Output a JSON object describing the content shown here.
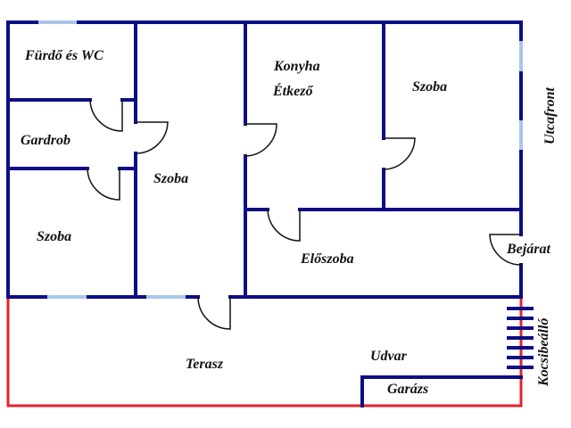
{
  "title": "Floor plan",
  "colors": {
    "wall": "#0d0d85",
    "window": "#a9c6ea",
    "plot_border": "#e8202a"
  },
  "rooms": {
    "bathroom": "Fürdő és WC",
    "wardrobe": "Gardrob",
    "room_left": "Szoba",
    "room_middle": "Szoba",
    "kitchen_line1": "Konyha",
    "kitchen_line2": "Étkező",
    "room_right": "Szoba",
    "hall": "Előszoba",
    "entrance": "Bejárat",
    "street": "Utcafront",
    "terrace": "Terasz",
    "yard": "Udvar",
    "garage": "Garázs",
    "parking": "Kocsibeálló"
  }
}
